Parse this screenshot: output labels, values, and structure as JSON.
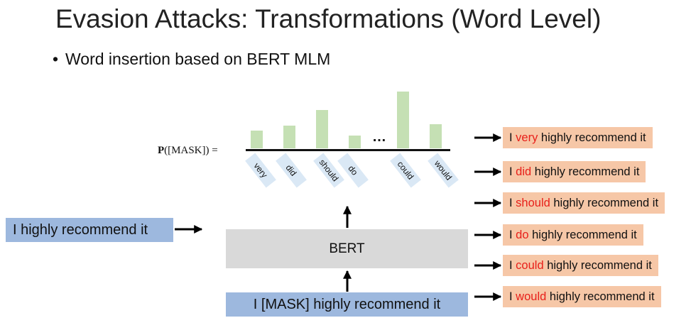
{
  "slide": {
    "title": "Evasion Attacks: Transformations (Word Level)",
    "bullet": "Word insertion based on BERT MLM"
  },
  "diagram": {
    "pmask_label_bold": "P",
    "pmask_label_rest": "([MASK]) =",
    "ellipsis": "…",
    "bars": [
      {
        "word": "very",
        "relative_height": 0.31
      },
      {
        "word": "did",
        "relative_height": 0.4
      },
      {
        "word": "should",
        "relative_height": 0.67
      },
      {
        "word": "do",
        "relative_height": 0.22
      },
      {
        "word": "could",
        "relative_height": 1.0
      },
      {
        "word": "would",
        "relative_height": 0.43
      }
    ],
    "input_sentence": "I highly recommend it",
    "model_label": "BERT",
    "masked_sentence": "I [MASK] highly recommend it",
    "outputs": [
      {
        "prefix": "I ",
        "word": "very",
        "suffix": " highly recommend it"
      },
      {
        "prefix": "I ",
        "word": "did",
        "suffix": " highly recommend it"
      },
      {
        "prefix": "I ",
        "word": "should",
        "suffix": " highly recommend it"
      },
      {
        "prefix": "I ",
        "word": "do",
        "suffix": " highly recommend it"
      },
      {
        "prefix": "I ",
        "word": "could",
        "suffix": " highly recommend it"
      },
      {
        "prefix": "I ",
        "word": "would",
        "suffix": " highly recommend it"
      }
    ],
    "colors": {
      "bar": "#c5e0b4",
      "word_tag": "#dae8f5",
      "sentence_box": "#9db8de",
      "model_box": "#d9d9d9",
      "output_box": "#f6c7a7",
      "highlight": "#e8201a"
    }
  }
}
